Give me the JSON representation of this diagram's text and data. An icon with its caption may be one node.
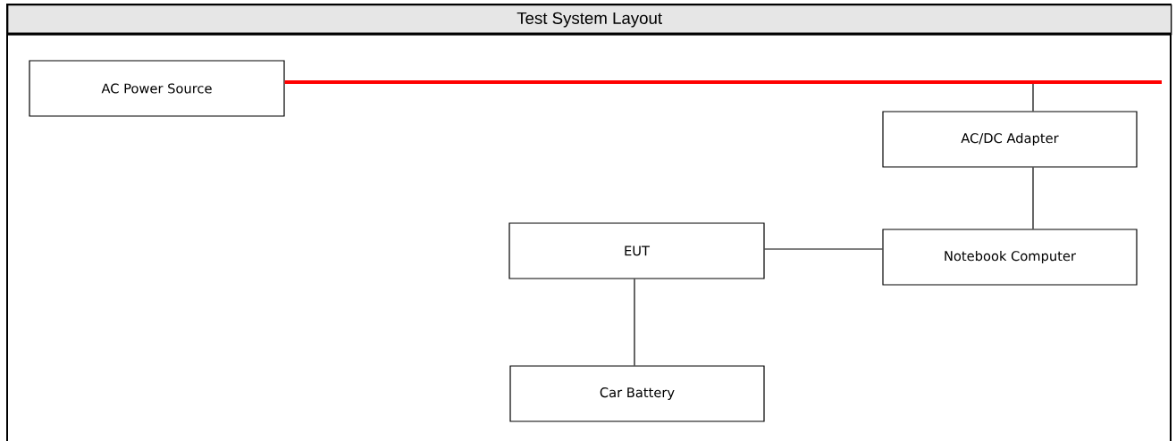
{
  "diagram": {
    "title": "Test System Layout",
    "nodes": [
      {
        "text": [
          "AC Power Source"
        ]
      },
      {
        "text": [
          "AC/DC Adapter"
        ]
      },
      {
        "text": [
          "EUT"
        ]
      },
      {
        "text": [
          "Notebook Computer"
        ]
      },
      {
        "text": [
          "Car Battery"
        ]
      }
    ],
    "edges": [
      {
        "from": 0,
        "to": null,
        "arrow": "none",
        "style": "thick",
        "color": "#ff0000"
      },
      {
        "from": null,
        "to": 1,
        "arrow": "none"
      },
      {
        "from": 1,
        "to": 3,
        "arrow": "none"
      },
      {
        "from": 2,
        "to": 3,
        "arrow": "none"
      },
      {
        "from": 2,
        "to": 4,
        "arrow": "none"
      }
    ]
  }
}
